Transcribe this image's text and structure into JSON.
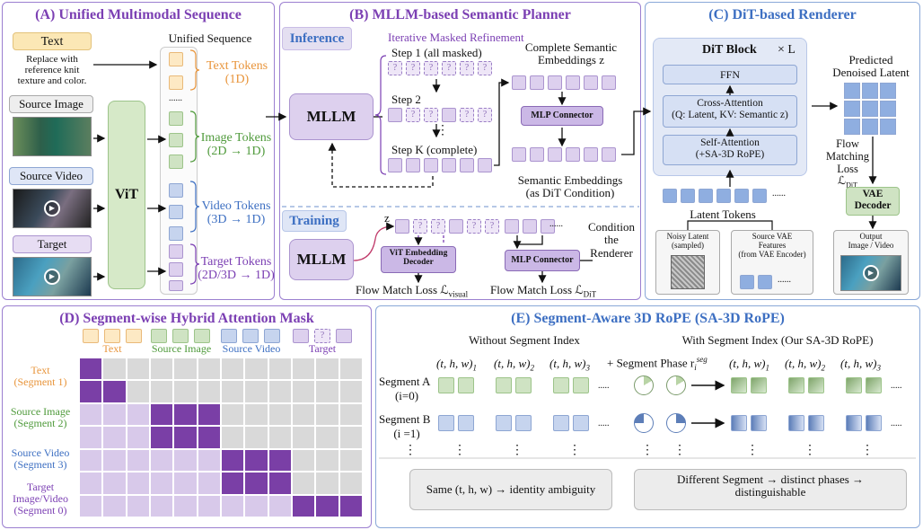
{
  "panels": {
    "a_title": "(A) Unified Multimodal Sequence",
    "b_title": "(B) MLLM-based Semantic Planner",
    "c_title": "(C) DiT-based Renderer",
    "d_title": "(D) Segment-wise Hybrid Attention Mask",
    "e_title": "(E) Segment-Aware 3D RoPE (SA-3D RoPE)"
  },
  "colors": {
    "orange": "#e8943a",
    "green": "#4f9a3b",
    "blue": "#3d6fc2",
    "purple": "#7b3fb3",
    "dark_purple": "#6b3aa0"
  },
  "panel_a": {
    "text_label": "Text",
    "text_content": "Replace with\nreference knit\ntexture and color.",
    "source_image_label": "Source Image",
    "source_video_label": "Source Video",
    "target_label": "Target",
    "vit_label": "ViT",
    "unified_sequence": "Unified Sequence",
    "ellipsis": "......",
    "text_tokens": "Text Tokens\n(1D)",
    "image_tokens": "Image Tokens\n(2D → 1D)",
    "video_tokens": "Video Tokens\n(3D → 1D)",
    "target_tokens": "Target Tokens\n(2D/3D → 1D)"
  },
  "panel_b": {
    "inference": "Inference",
    "training": "Training",
    "mllm": "MLLM",
    "iterative": "Iterative Masked Refinement",
    "step1": "Step 1 (all masked)",
    "step2": "Step 2",
    "stepk": "Step K (complete)",
    "complete_semantic": "Complete Semantic\nEmbeddings z",
    "mlp_connector": "MLP Connector",
    "semantic_embeddings": "Semantic Embeddings\n(as DiT Condition)",
    "z": "z",
    "vit_embedding_decoder": "ViT Embedding\nDecoder",
    "condition_renderer": "Condition\nthe\nRenderer",
    "flow_visual": "Flow Match Loss ℒ",
    "flow_visual_sub": "visual",
    "flow_dit": "Flow Match Loss ℒ",
    "flow_dit_sub": "DiT",
    "qmark": "?",
    "dots": "⋮"
  },
  "panel_c": {
    "dit_block": "DiT Block",
    "times_l": "× L",
    "ffn": "FFN",
    "cross_attention": "Cross-Attention\n(Q: Latent, KV: Semantic z)",
    "self_attention": "Self-Attention\n(+SA-3D RoPE)",
    "predicted": "Predicted\nDenoised Latent",
    "flow_matching": "Flow\nMatching\nLoss ℒ",
    "flow_matching_sub": "DiT",
    "vae_decoder": "VAE\nDecoder",
    "latent_tokens": "Latent Tokens",
    "noisy_latent": "Noisy Latent\n(sampled)",
    "source_vae": "Source VAE\nFeatures\n(from VAE Encoder)",
    "output": "Output\nImage / Video",
    "ellipsis": "......"
  },
  "panel_d": {
    "header_text": "Text",
    "header_source_image": "Source Image",
    "header_source_video": "Source Video",
    "header_target": "Target",
    "row_text": "Text\n(Segment 1)",
    "row_source_image": "Source Image\n(Segment 2)",
    "row_source_video": "Source Video\n(Segment 3)",
    "row_target": "Target\nImage/Video\n(Segment 0)",
    "qmark": "?"
  },
  "panel_e": {
    "without": "Without Segment Index",
    "with": "With Segment Index (Our SA-3D RoPE)",
    "thw1": "(t, h, w)",
    "thw2": "(t, h, w)",
    "thw3": "(t, h, w)",
    "sub1": "1",
    "sub2": "2",
    "sub3": "3",
    "segment_phase": "+ Segment Phase r",
    "phase_sup": "seg",
    "phase_sub": "i",
    "segment_a": "Segment A",
    "segment_a_idx": "(i=0)",
    "segment_b": "Segment B",
    "segment_b_idx": "(i =1)",
    "dots": ".....",
    "vdots": "⋮",
    "same": "Same (t, h, w) → identity ambiguity",
    "different": "Different Segment → distinct phases →\ndistinguishable"
  }
}
